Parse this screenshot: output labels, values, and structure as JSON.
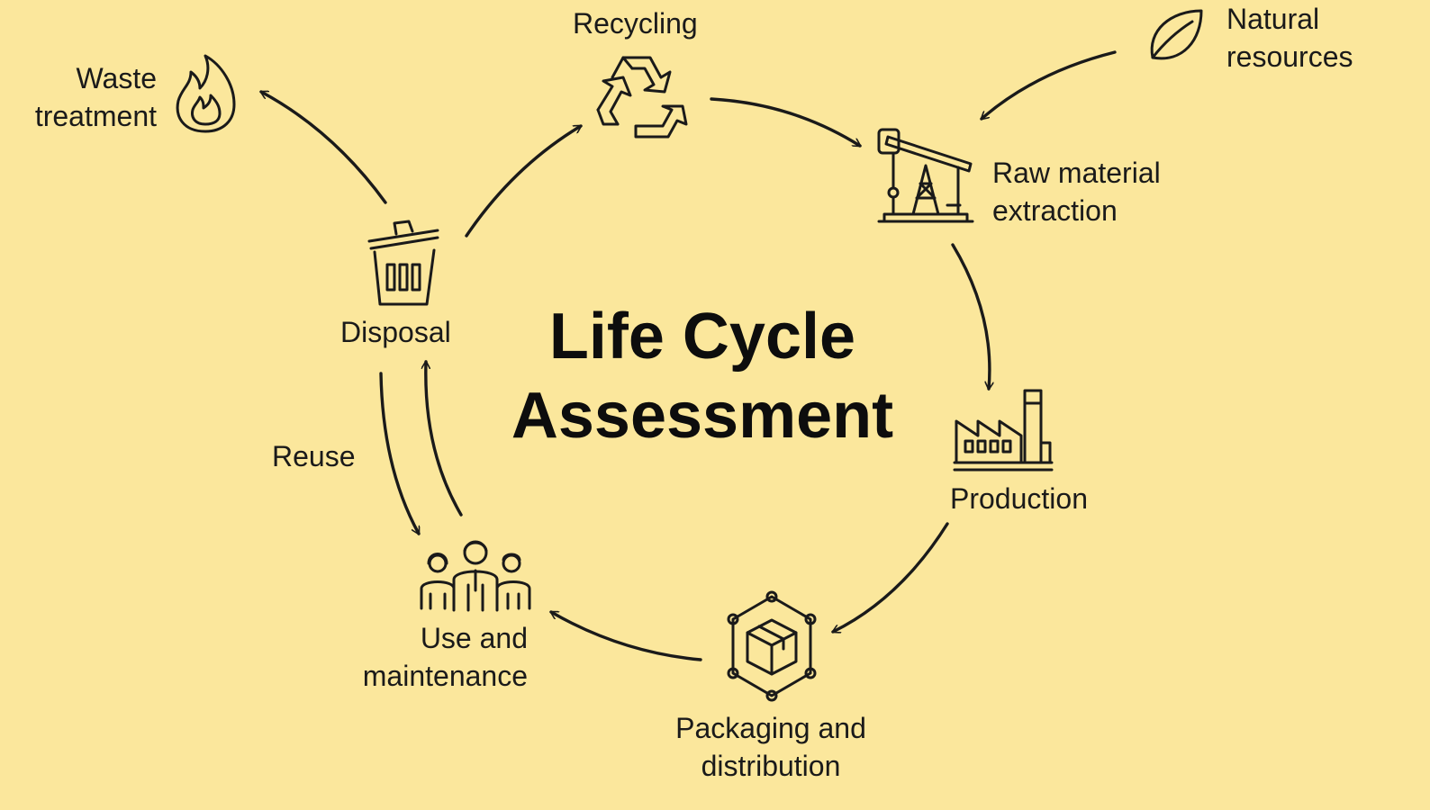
{
  "title": {
    "line1": "Life Cycle",
    "line2": "Assessment"
  },
  "stages": {
    "natural_resources": {
      "line1": "Natural",
      "line2": "resources",
      "icon": "leaf-icon"
    },
    "raw_material": {
      "line1": "Raw material",
      "line2": "extraction",
      "icon": "oil-pump-icon"
    },
    "production": {
      "label": "Production",
      "icon": "factory-icon"
    },
    "packaging": {
      "line1": "Packaging and",
      "line2": "distribution",
      "icon": "package-icon"
    },
    "use": {
      "line1": "Use and",
      "line2": "maintenance",
      "icon": "people-icon"
    },
    "disposal": {
      "label": "Disposal",
      "icon": "trash-can-icon"
    },
    "recycling": {
      "label": "Recycling",
      "icon": "recycle-icon"
    },
    "waste": {
      "line1": "Waste",
      "line2": "treatment",
      "icon": "flame-icon"
    }
  },
  "edges": {
    "reuse_label": "Reuse"
  },
  "colors": {
    "background": "#fbe79c",
    "ink": "#1a1a1a"
  }
}
